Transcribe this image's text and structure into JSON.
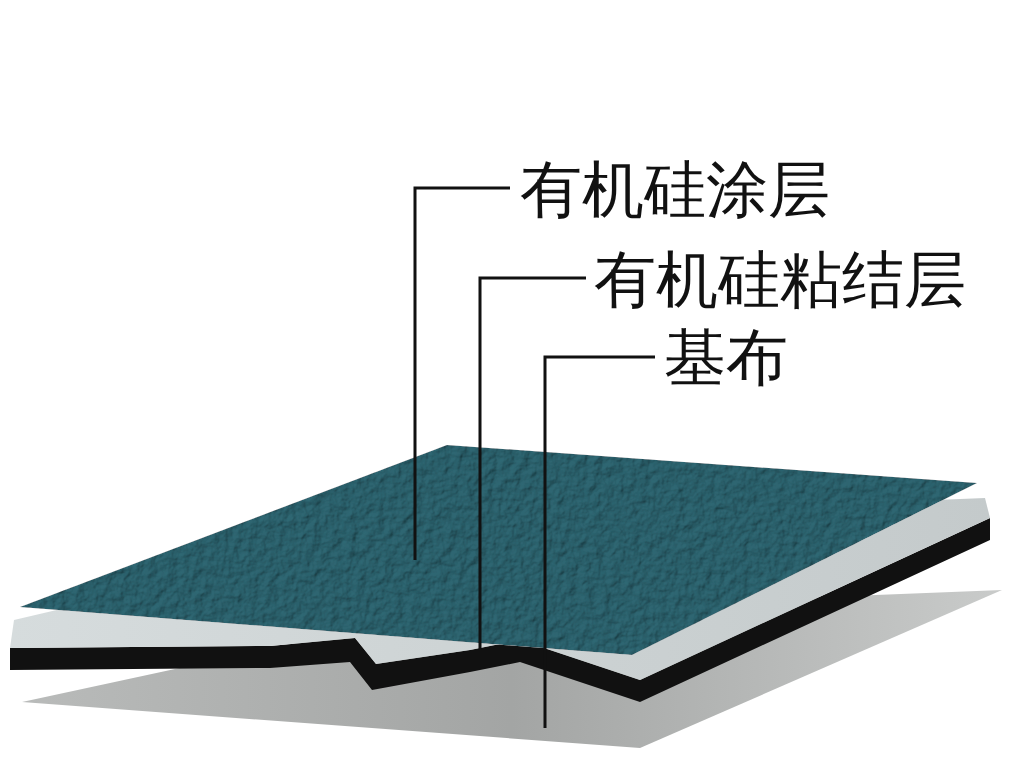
{
  "diagram": {
    "labels": [
      "有机硅涂层",
      "有机硅粘结层",
      "基布"
    ]
  }
}
